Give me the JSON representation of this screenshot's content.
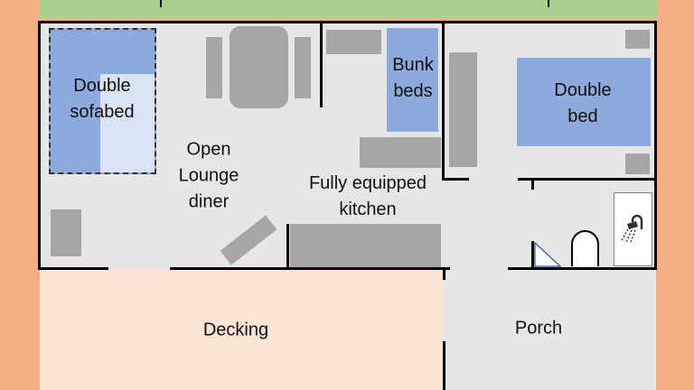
{
  "colors": {
    "background": "#F4AF82",
    "green_strip": "#A9D18E",
    "interior": "#E7E6E6",
    "decking": "#FBE3D5",
    "bed": "#8EA9DB",
    "furniture": "#A6A6A6"
  },
  "rooms": {
    "sofabed": [
      "Double",
      "sofabed"
    ],
    "lounge": [
      "Open",
      "Lounge",
      "diner"
    ],
    "kitchen": [
      "Fully equipped",
      "kitchen"
    ],
    "bunk": [
      "Bunk",
      "beds"
    ],
    "bedroom": [
      "Double",
      "bed"
    ],
    "decking": "Decking",
    "porch": "Porch"
  },
  "icons": [
    "shower-icon",
    "toilet-icon",
    "basin-icon"
  ]
}
